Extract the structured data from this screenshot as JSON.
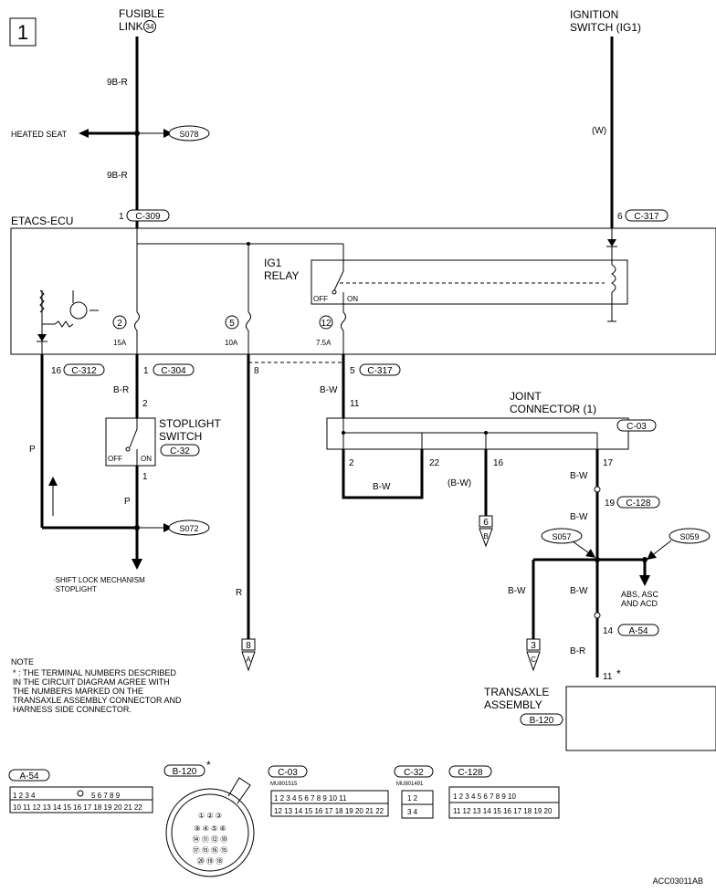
{
  "figure_number": "1",
  "sources": {
    "fusible_link": "FUSIBLE\nLINK",
    "fusible_link_no": "34",
    "ignition_switch": "IGNITION\nSWITCH (IG1)"
  },
  "wires": {
    "w_9br_top": "9B-R",
    "w_9br_bottom": "9B-R",
    "w_w": "(W)",
    "w_br": "B-R",
    "w_p1": "P",
    "w_p2": "P",
    "w_r": "R",
    "w_bw_left": "B-W",
    "w_bw_jc": "B-W",
    "w_bw_paren": "(B-W)",
    "w_bw_17": "B-W",
    "w_bw_19": "B-W",
    "w_bw_s057": "B-W",
    "w_bw_s057r": "B-W",
    "w_br_bottom": "B-R"
  },
  "splices": {
    "s078": "S078",
    "s072": "S072",
    "s057": "S057",
    "s059": "S059"
  },
  "labels": {
    "heated_seat": "HEATED SEAT",
    "etacs_ecu": "ETACS-ECU",
    "ig1_relay": "IG1\nRELAY",
    "relay_off": "OFF",
    "relay_on": "ON",
    "stoplight_switch": "STOPLIGHT\nSWITCH",
    "sw_off": "OFF",
    "sw_on": "ON",
    "shift_lock": "·SHIFT LOCK MECHANISM\n·STOPLIGHT",
    "joint_connector": "JOINT\nCONNECTOR (1)",
    "abs": "ABS, ASC\nAND ACD",
    "transaxle": "TRANSAXLE\nASSEMBLY",
    "note_title": "NOTE",
    "note_body": "*  : THE TERMINAL NUMBERS DESCRIBED\n    IN THE CIRCUIT DIAGRAM AGREE WITH\n    THE NUMBERS MARKED ON THE\n    TRANSAXLE ASSEMBLY CONNECTOR AND\n    HARNESS SIDE CONNECTOR.",
    "figure_id": "ACC03011AB",
    "mu_c03": "MU801515",
    "mu_c32": "MU801491"
  },
  "connectors": {
    "c309": "C-309",
    "c317a": "C-317",
    "c312": "C-312",
    "c304": "C-304",
    "c317b": "C-317",
    "c32": "C-32",
    "c03": "C-03",
    "c128": "C-128",
    "a54": "A-54",
    "b120": "B-120",
    "k_a54": "A-54",
    "k_b120": "B-120",
    "k_c03": "C-03",
    "k_c32": "C-32",
    "k_c128": "C-128"
  },
  "pins": {
    "p1_309": "1",
    "p6_317": "6",
    "p16": "16",
    "p1_304": "1",
    "p8": "8",
    "p5": "5",
    "sw2": "2",
    "sw1": "1",
    "p11": "11",
    "j2": "2",
    "j22": "22",
    "j16": "16",
    "j17": "17",
    "p19": "19",
    "p14": "14",
    "p11b": "11"
  },
  "fuses": {
    "f2": "2",
    "f2_amp": "15A",
    "f5": "5",
    "f5_amp": "10A",
    "f12": "12",
    "f12_amp": "7.5A"
  },
  "references": {
    "r6": "6",
    "r6b": "B",
    "r8": "8",
    "r8b": "A",
    "r3": "3",
    "r3b": "C"
  }
}
